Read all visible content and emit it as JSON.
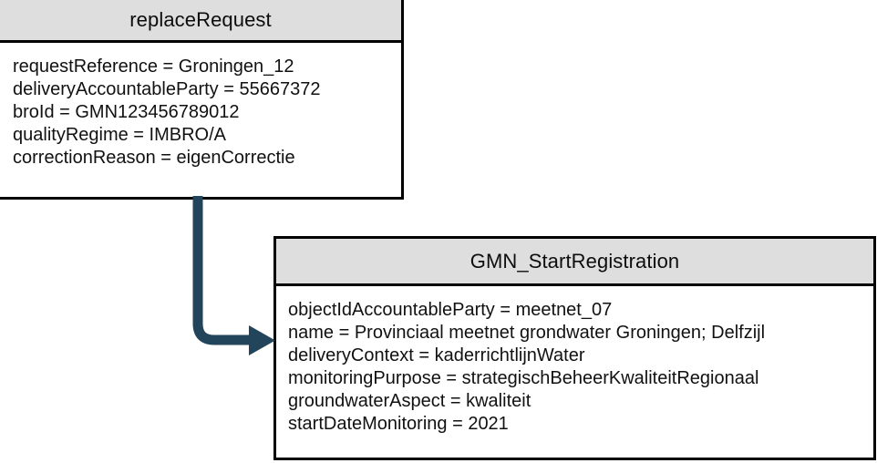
{
  "diagram": {
    "type": "uml-object-diagram",
    "background_color": "#ffffff",
    "box_header_color": "#dededf",
    "box_border_color": "#000000",
    "connector_color": "#23455c",
    "nodes": [
      {
        "id": "replaceRequest",
        "title": "replaceRequest",
        "attributes": [
          "requestReference = Groningen_12",
          "deliveryAccountableParty = 55667372",
          "broId = GMN123456789012",
          "qualityRegime = IMBRO/A",
          "correctionReason = eigenCorrectie"
        ]
      },
      {
        "id": "GMN_StartRegistration",
        "title": "GMN_StartRegistration",
        "attributes": [
          "objectIdAccountableParty = meetnet_07",
          "name = Provinciaal meetnet grondwater Groningen; Delfzijl",
          "deliveryContext = kaderrichtlijnWater",
          "monitoringPurpose = strategischBeheerKwaliteitRegionaal",
          "groundwaterAspect = kwaliteit",
          "startDateMonitoring = 2021"
        ]
      }
    ],
    "edges": [
      {
        "id": "replaceRequest-to-GMN_StartRegistration",
        "from": "replaceRequest",
        "to": "GMN_StartRegistration",
        "style": "elbow-arrow",
        "arrowhead": "solid-filled"
      }
    ]
  }
}
